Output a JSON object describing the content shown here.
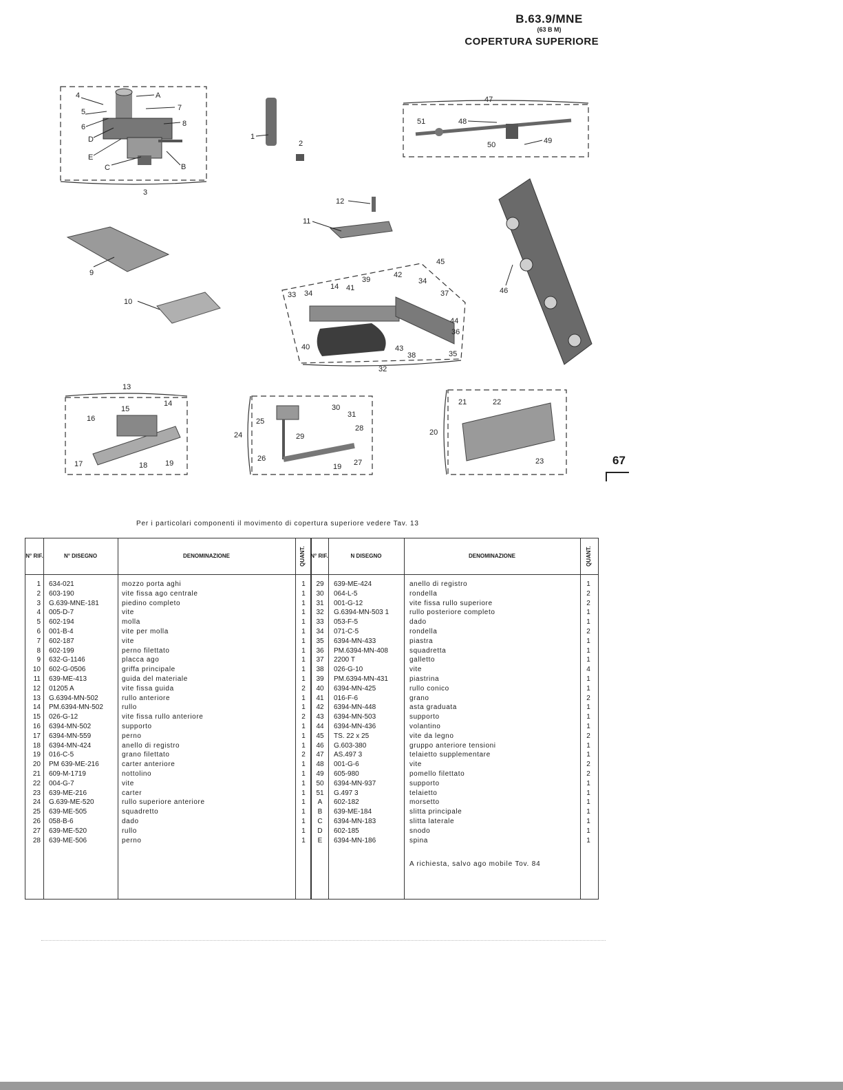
{
  "header": {
    "code": "B.63.9/MNE",
    "subcode": "(63 B M)",
    "title": "COPERTURA SUPERIORE"
  },
  "page_number": "67",
  "note": "Per i particolari componenti il movimento di copertura superiore vedere Tav. 13",
  "table": {
    "headers": {
      "rif": "N° RIF.",
      "disegno": "N° DISEGNO",
      "denominazione": "DENOMINAZIONE",
      "quant": "QUANT.",
      "rif2": "N° RIF.",
      "disegno2": "N DISEGNO"
    },
    "left_rows": [
      {
        "rif": "1",
        "dis": "634-021",
        "den": "mozzo porta aghi",
        "qty": "1"
      },
      {
        "rif": "2",
        "dis": "603-190",
        "den": "vite fissa ago centrale",
        "qty": "1"
      },
      {
        "rif": "3",
        "dis": "G.639-MNE-181",
        "den": "piedino completo",
        "qty": "1"
      },
      {
        "rif": "4",
        "dis": "005-D-7",
        "den": "vite",
        "qty": "1"
      },
      {
        "rif": "5",
        "dis": "602-194",
        "den": "molla",
        "qty": "1"
      },
      {
        "rif": "6",
        "dis": "001-B-4",
        "den": "vite per molla",
        "qty": "1"
      },
      {
        "rif": "7",
        "dis": "602-187",
        "den": "vite",
        "qty": "1"
      },
      {
        "rif": "8",
        "dis": "602-199",
        "den": "perno filettato",
        "qty": "1"
      },
      {
        "rif": "9",
        "dis": "632-G-1146",
        "den": "placca ago",
        "qty": "1"
      },
      {
        "rif": "10",
        "dis": "602-G-0506",
        "den": "griffa principale",
        "qty": "1"
      },
      {
        "rif": "11",
        "dis": "639-ME-413",
        "den": "guida del materiale",
        "qty": "1"
      },
      {
        "rif": "12",
        "dis": "01205 A",
        "den": "vite fissa guida",
        "qty": "2"
      },
      {
        "rif": "13",
        "dis": "G.6394-MN-502",
        "den": "rullo anteriore",
        "qty": "1"
      },
      {
        "rif": "14",
        "dis": "PM.6394-MN-502",
        "den": "rullo",
        "qty": "1"
      },
      {
        "rif": "15",
        "dis": "026-G-12",
        "den": "vite fissa rullo anteriore",
        "qty": "2"
      },
      {
        "rif": "16",
        "dis": "6394-MN-502",
        "den": "supporto",
        "qty": "1"
      },
      {
        "rif": "17",
        "dis": "6394-MN-559",
        "den": "perno",
        "qty": "1"
      },
      {
        "rif": "18",
        "dis": "6394-MN-424",
        "den": "anello di registro",
        "qty": "1"
      },
      {
        "rif": "19",
        "dis": "016-C-5",
        "den": "grano filettato",
        "qty": "2"
      },
      {
        "rif": "20",
        "dis": "PM 639-ME-216",
        "den": "carter anteriore",
        "qty": "1"
      },
      {
        "rif": "21",
        "dis": "609-M-1719",
        "den": "nottolino",
        "qty": "1"
      },
      {
        "rif": "22",
        "dis": "004-G-7",
        "den": "vite",
        "qty": "1"
      },
      {
        "rif": "23",
        "dis": "639-ME-216",
        "den": "carter",
        "qty": "1"
      },
      {
        "rif": "24",
        "dis": "G.639-ME-520",
        "den": "rullo superiore anteriore",
        "qty": "1"
      },
      {
        "rif": "25",
        "dis": "639-ME-505",
        "den": "squadretto",
        "qty": "1"
      },
      {
        "rif": "26",
        "dis": "058-B-6",
        "den": "dado",
        "qty": "1"
      },
      {
        "rif": "27",
        "dis": "639-ME-520",
        "den": "rullo",
        "qty": "1"
      },
      {
        "rif": "28",
        "dis": "639-ME-506",
        "den": "perno",
        "qty": "1"
      }
    ],
    "right_rows": [
      {
        "rif": "29",
        "dis": "639-ME-424",
        "den": "anello di registro",
        "qty": "1"
      },
      {
        "rif": "30",
        "dis": "064-L-5",
        "den": "rondella",
        "qty": "2"
      },
      {
        "rif": "31",
        "dis": "001-G-12",
        "den": "vite fissa rullo superiore",
        "qty": "2"
      },
      {
        "rif": "32",
        "dis": "G.6394-MN-503 1",
        "den": "rullo posteriore completo",
        "qty": "1"
      },
      {
        "rif": "33",
        "dis": "053-F-5",
        "den": "dado",
        "qty": "1"
      },
      {
        "rif": "34",
        "dis": "071-C-5",
        "den": "rondella",
        "qty": "2"
      },
      {
        "rif": "35",
        "dis": "6394-MN-433",
        "den": "piastra",
        "qty": "1"
      },
      {
        "rif": "36",
        "dis": "PM.6394-MN-408",
        "den": "squadretta",
        "qty": "1"
      },
      {
        "rif": "37",
        "dis": "2200 T",
        "den": "galletto",
        "qty": "1"
      },
      {
        "rif": "38",
        "dis": "026-G-10",
        "den": "vite",
        "qty": "4"
      },
      {
        "rif": "39",
        "dis": "PM.6394-MN-431",
        "den": "piastrina",
        "qty": "1"
      },
      {
        "rif": "40",
        "dis": "6394-MN-425",
        "den": "rullo conico",
        "qty": "1"
      },
      {
        "rif": "41",
        "dis": "016-F-6",
        "den": "grano",
        "qty": "2"
      },
      {
        "rif": "42",
        "dis": "6394-MN-448",
        "den": "asta graduata",
        "qty": "1"
      },
      {
        "rif": "43",
        "dis": "6394-MN-503",
        "den": "supporto",
        "qty": "1"
      },
      {
        "rif": "44",
        "dis": "6394-MN-436",
        "den": "volantino",
        "qty": "1"
      },
      {
        "rif": "45",
        "dis": "TS. 22 x 25",
        "den": "vite da legno",
        "qty": "2"
      },
      {
        "rif": "46",
        "dis": "G.603-380",
        "den": "gruppo anteriore tensioni",
        "qty": "1"
      },
      {
        "rif": "47",
        "dis": "AS.497 3",
        "den": "telaietto supplementare",
        "qty": "1"
      },
      {
        "rif": "48",
        "dis": "001-G-6",
        "den": "vite",
        "qty": "2"
      },
      {
        "rif": "49",
        "dis": "605-980",
        "den": "pomello filettato",
        "qty": "2"
      },
      {
        "rif": "50",
        "dis": "6394-MN-937",
        "den": "supporto",
        "qty": "1"
      },
      {
        "rif": "51",
        "dis": "G.497 3",
        "den": "telaietto",
        "qty": "1"
      },
      {
        "rif": "A",
        "dis": "602-182",
        "den": "morsetto",
        "qty": "1"
      },
      {
        "rif": "B",
        "dis": "639-ME-184",
        "den": "slitta principale",
        "qty": "1"
      },
      {
        "rif": "C",
        "dis": "6394-MN-183",
        "den": "slitta laterale",
        "qty": "1"
      },
      {
        "rif": "D",
        "dis": "602-185",
        "den": "snodo",
        "qty": "1"
      },
      {
        "rif": "E",
        "dis": "6394-MN-186",
        "den": "spina",
        "qty": "1"
      }
    ],
    "footnote": "A richiesta, salvo ago mobile Tov. 84"
  },
  "diagram_labels": {
    "l4": "4",
    "l5": "5",
    "l6": "6",
    "lD": "D",
    "lE": "E",
    "lC": "C",
    "lA": "A",
    "l7": "7",
    "l8": "8",
    "lB": "B",
    "l3": "3",
    "l1": "1",
    "l2": "2",
    "l47": "47",
    "l51": "51",
    "l48": "48",
    "l50": "50",
    "l49": "49",
    "l12": "12",
    "l11": "11",
    "l9": "9",
    "l10": "10",
    "l46": "46",
    "l45": "45",
    "l39": "39",
    "l42": "42",
    "l34a": "34",
    "l34b": "34",
    "l37": "37",
    "l33": "33",
    "l14a": "14",
    "l41": "41",
    "l44": "44",
    "l36": "36",
    "l40": "40",
    "l43": "43",
    "l38": "38",
    "l35": "35",
    "l32": "32",
    "l13": "13",
    "l14b": "14",
    "l15": "15",
    "l16": "16",
    "l17": "17",
    "l18": "18",
    "l19a": "19",
    "l30": "30",
    "l31": "31",
    "l25": "25",
    "l28": "28",
    "l29": "29",
    "l24": "24",
    "l26": "26",
    "l27": "27",
    "l19b": "19",
    "l21": "21",
    "l22": "22",
    "l20": "20",
    "l23": "23"
  }
}
